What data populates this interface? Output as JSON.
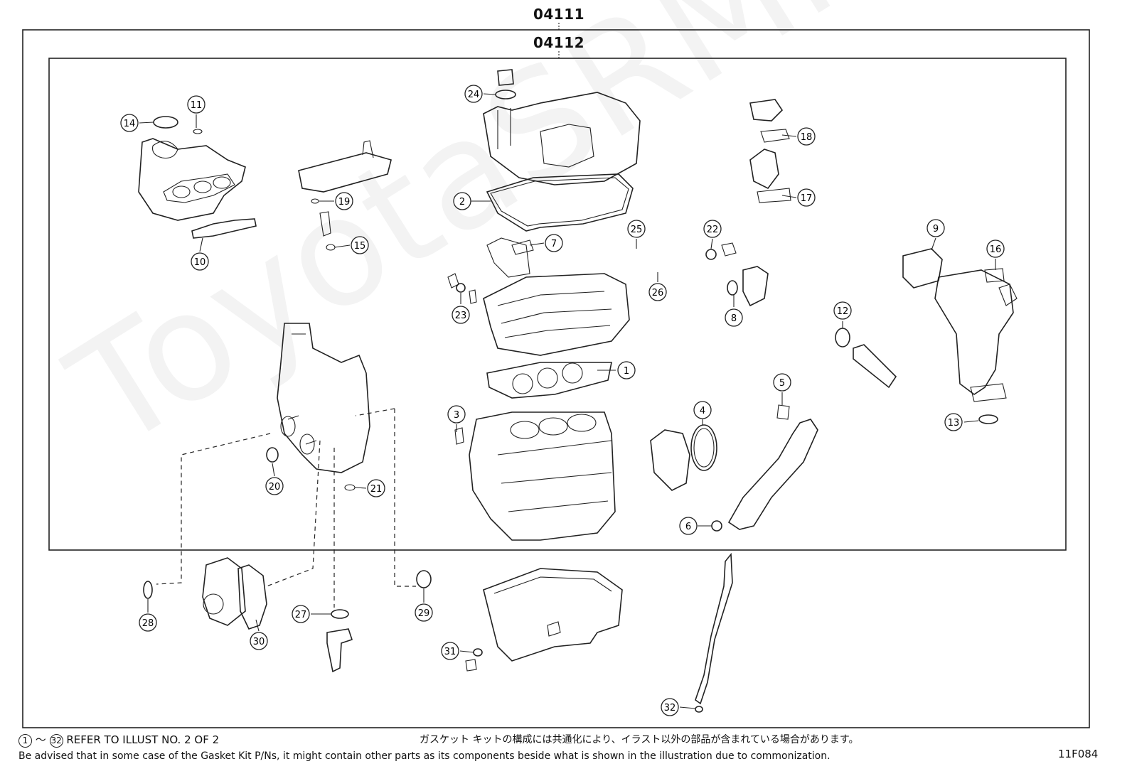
{
  "diagram": {
    "kits": [
      {
        "id": "outer",
        "code": "04111"
      },
      {
        "id": "inner",
        "code": "04112"
      }
    ],
    "callouts": [
      "1",
      "2",
      "3",
      "4",
      "5",
      "6",
      "7",
      "8",
      "9",
      "10",
      "11",
      "12",
      "13",
      "14",
      "15",
      "16",
      "17",
      "18",
      "19",
      "20",
      "21",
      "22",
      "23",
      "24",
      "25",
      "26",
      "27",
      "28",
      "29",
      "30",
      "31",
      "32"
    ],
    "watermark": "ToyotaSRMine.ru"
  },
  "footer": {
    "range_start": "1",
    "range_end": "32",
    "range_sep": "～",
    "refer_note": "REFER TO ILLUST NO. 2 OF 2",
    "japanese_note": "ガスケット キットの構成には共通化により、イラスト以外の部品が含まれている場合があります。",
    "english_note": "Be advised that in some case of the Gasket Kit P/Ns,  it might contain other parts as its components beside what is shown in the illustration due to commonization.",
    "figure_code": "11F084"
  }
}
